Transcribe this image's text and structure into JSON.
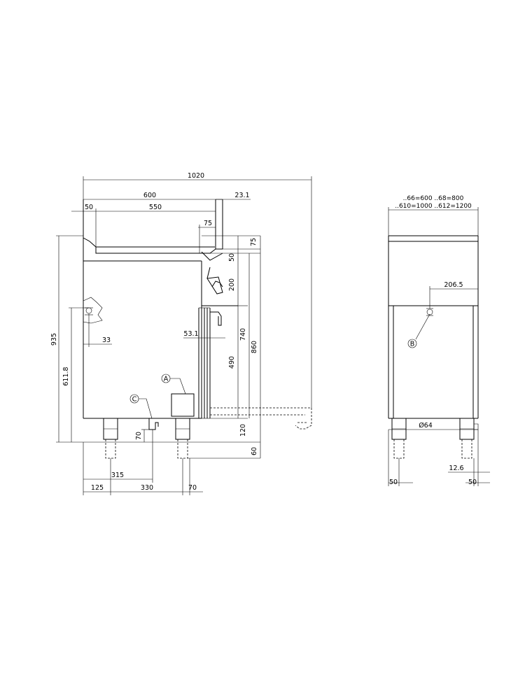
{
  "dimensions": {
    "side_view": {
      "overall_length": "1020",
      "top_width": "600",
      "top_offset": "23.1",
      "inner_width": "550",
      "edge_margin": "50",
      "splash_depth": "75",
      "top_height": "75",
      "rim_height": "50",
      "basket_height": "200",
      "height_740": "740",
      "height_860": "860",
      "height_490": "490",
      "foot_height": "120",
      "foot_extension": "60",
      "drain_offset": "53.1",
      "connection_height": "611.8",
      "total_height": "935",
      "connection_inset": "33",
      "outlet_height": "70",
      "leg_offset_315": "315",
      "leg_offset_125": "125",
      "leg_spacing": "330",
      "leg_width_70": "70"
    },
    "front_view": {
      "width_options_line1": "..66=600  ..68=800",
      "width_options_line2": "..610=1000  ..612=1200",
      "connection_offset": "206.5",
      "leg_diameter": "Ø64",
      "rear_offset": "12.6",
      "leg_inset_left": "50",
      "leg_inset_right": "50"
    }
  },
  "callouts": {
    "a": "A",
    "b": "B",
    "c": "C"
  }
}
